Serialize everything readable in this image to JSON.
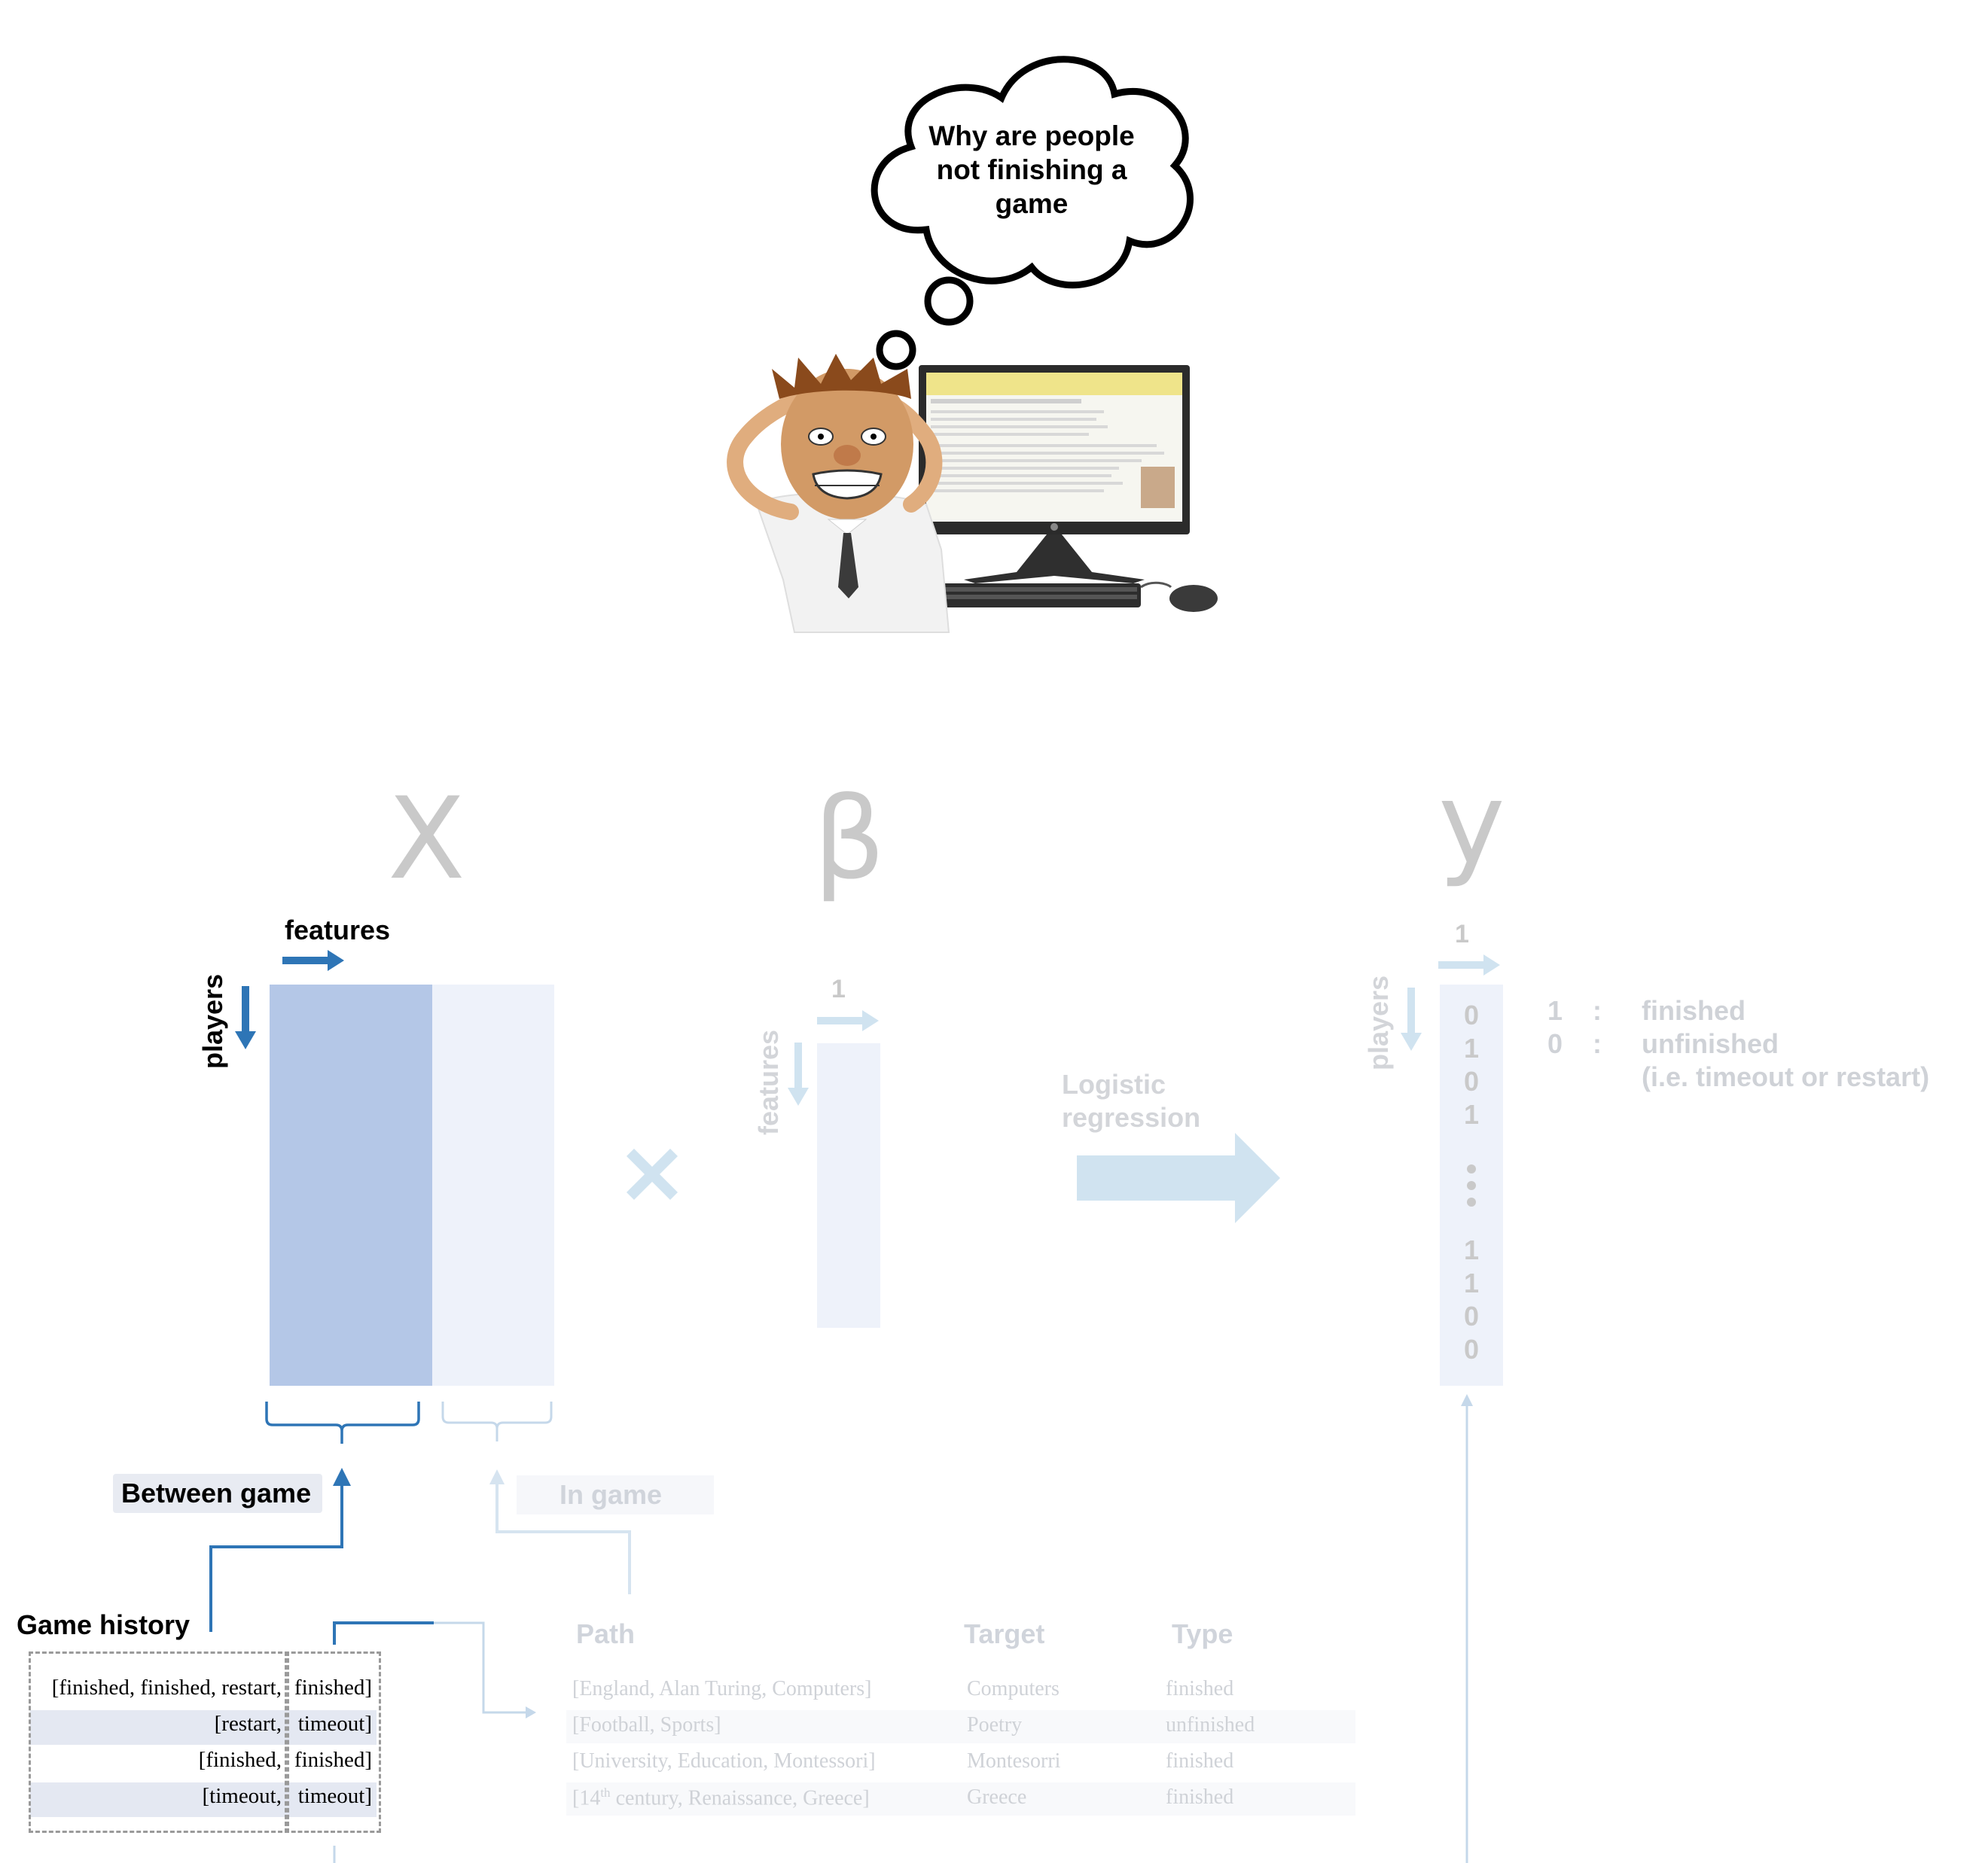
{
  "thought_bubble": {
    "line1": "Why are people",
    "line2": "not finishing a",
    "line3": "game"
  },
  "matrix_labels": {
    "x": "X",
    "beta": "β",
    "y": "y"
  },
  "x_matrix": {
    "features_label": "features",
    "players_label": "players"
  },
  "beta_vector": {
    "one_label": "1",
    "features_label": "features"
  },
  "y_vector": {
    "one_label": "1",
    "players_label": "players",
    "values": [
      "0",
      "1",
      "0",
      "1",
      "1",
      "1",
      "0",
      "0"
    ]
  },
  "legend": {
    "one": "1",
    "zero": "0",
    "colon": ":",
    "finished": "finished",
    "unfinished": "unfinished",
    "unfinished_note": "(i.e. timeout or restart)"
  },
  "arrow_label": {
    "line1": "Logistic",
    "line2": "regression"
  },
  "groups": {
    "between_game": "Between game",
    "in_game": "In game"
  },
  "game_history": {
    "title": "Game history",
    "rows": [
      {
        "left": "[finished, finished, restart,",
        "right": "finished]"
      },
      {
        "left": "[restart,",
        "right": "timeout]"
      },
      {
        "left": "[finished,",
        "right": "finished]"
      },
      {
        "left": "[timeout,",
        "right": "timeout]"
      }
    ]
  },
  "path_table": {
    "headers": {
      "path": "Path",
      "target": "Target",
      "type": "Type"
    },
    "rows": [
      {
        "path": "[England, Alan Turing, Computers]",
        "target": "Computers",
        "type": "finished"
      },
      {
        "path": "[Football, Sports]",
        "target": "Poetry",
        "type": "unfinished"
      },
      {
        "path": "[University, Education, Montessori]",
        "target": "Montesorri",
        "type": "finished"
      },
      {
        "path_pre": "[14",
        "path_sup": "th",
        "path_post": " century, Renaissance, Greece]",
        "target": "Greece",
        "type": "finished"
      }
    ]
  },
  "colors": {
    "between_fill": "#b4c7e7",
    "in_game_fill": "#eef2fa",
    "dark_blue": "#2e75b6",
    "light_blue": "#d0e3f0",
    "label_grey": "#c9c9c9"
  }
}
